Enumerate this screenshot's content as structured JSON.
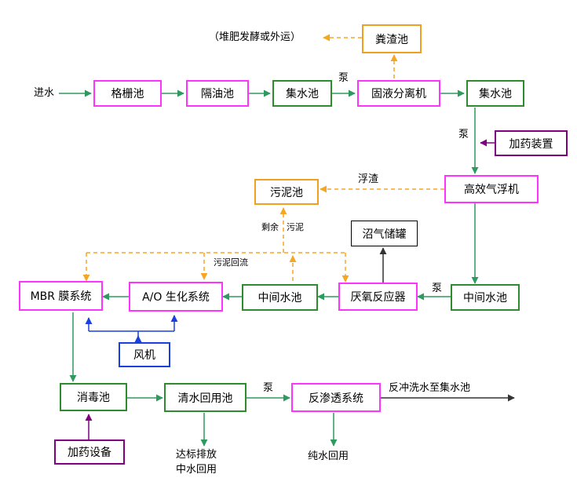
{
  "colors": {
    "magenta": "#ff33ff",
    "green": "#2e8b2e",
    "orange": "#f0a020",
    "purple": "#800080",
    "blue": "#1a3fe0",
    "black": "#000000",
    "flow_line": "#2e9a5e",
    "dashed": "#f5a623"
  },
  "nodes": {
    "gegeshi": "格栅池",
    "geyouchi": "隔油池",
    "jishuichi1": "集水池",
    "guye": "固液分离机",
    "jishuichi2": "集水池",
    "fenzha": "粪渣池",
    "jiayao1": "加药装置",
    "qifu": "高效气浮机",
    "wuni": "污泥池",
    "zhaoqi": "沼气储罐",
    "zhongjian_r": "中间水池",
    "yanyang": "厌氧反应器",
    "zhongjian_l": "中间水池",
    "ao": "A/O 生化系统",
    "mbr": "MBR 膜系统",
    "fengji": "风机",
    "xiaodu": "消毒池",
    "qingshui": "清水回用池",
    "fanshentou": "反渗透系统",
    "jiayao2": "加药设备"
  },
  "labels": {
    "jinshui": "进水",
    "duifei": "（堆肥发酵或外运）",
    "beng1": "泵",
    "beng2": "泵",
    "beng3": "泵",
    "beng4": "泵",
    "fuzha": "浮渣",
    "shengyu": "剩余",
    "wuni2": "污泥",
    "huiliu": "污泥回流",
    "fanchong": "反冲洗水至集水池",
    "dabiao1": "达标排放",
    "dabiao2": "中水回用",
    "chunshui": "纯水回用"
  }
}
